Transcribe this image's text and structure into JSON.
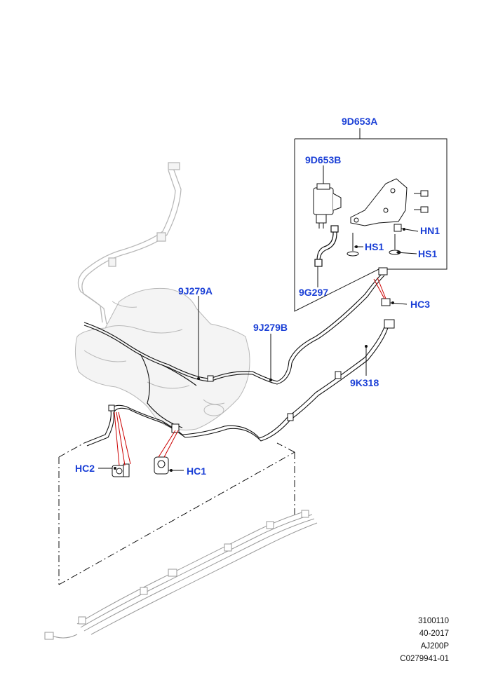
{
  "callouts": {
    "c_9d653a": "9D653A",
    "c_9d653b": "9D653B",
    "c_hn1": "HN1",
    "c_hs1_a": "HS1",
    "c_hs1_b": "HS1",
    "c_9g297": "9G297",
    "c_9j279a": "9J279A",
    "c_9j279b": "9J279B",
    "c_hc3": "HC3",
    "c_9k318": "9K318",
    "c_hc2": "HC2",
    "c_hc1": "HC1"
  },
  "footer": {
    "line1": "3100110",
    "line2": "40-2017",
    "line3": "AJ200P",
    "line4": "C0279941-01"
  },
  "colors": {
    "callout": "#1a3fd6",
    "leader": "#cc0000",
    "line": "#111111",
    "ghost": "#b5b5b5"
  }
}
